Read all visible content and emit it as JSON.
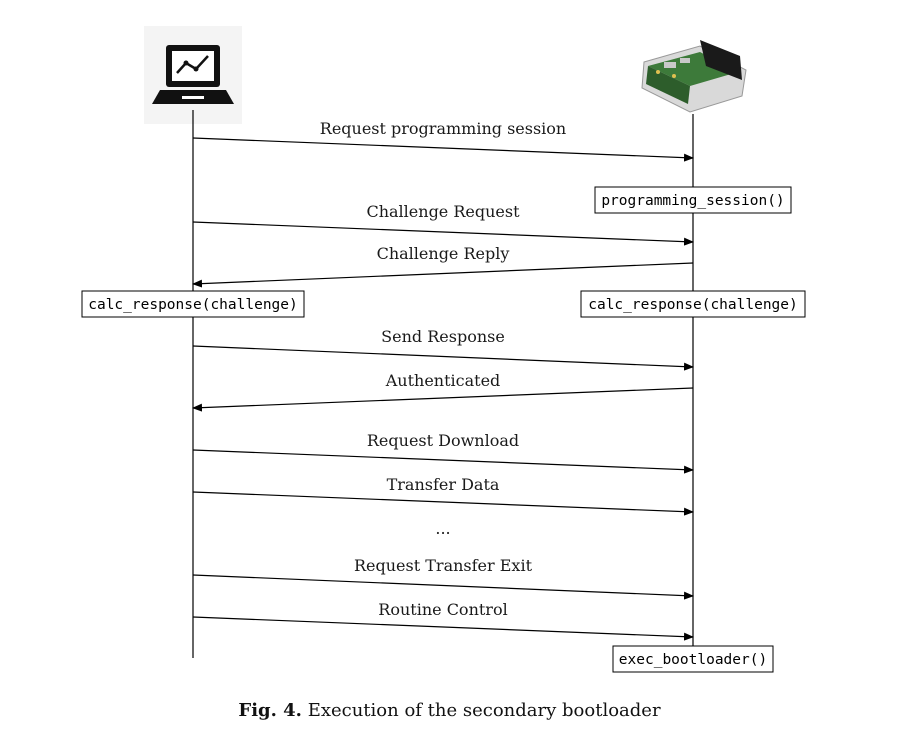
{
  "actors": {
    "left": {
      "name": "laptop-icon"
    },
    "right": {
      "name": "ecu-board-icon"
    }
  },
  "messages": [
    {
      "label": "Request programming session",
      "direction": "right"
    },
    {
      "label": "Challenge Request",
      "direction": "right"
    },
    {
      "label": "Challenge Reply",
      "direction": "left"
    },
    {
      "label": "Send Response",
      "direction": "right"
    },
    {
      "label": "Authenticated",
      "direction": "left"
    },
    {
      "label": "Request Download",
      "direction": "right"
    },
    {
      "label": "Transfer Data",
      "direction": "right"
    },
    {
      "label": "Request Transfer Exit",
      "direction": "right"
    },
    {
      "label": "Routine Control",
      "direction": "right"
    }
  ],
  "ellipsis": "...",
  "boxes": {
    "programming_session": "programming_session()",
    "calc_left": "calc_response(challenge)",
    "calc_right": "calc_response(challenge)",
    "exec_bootloader": "exec_bootloader()"
  },
  "caption": {
    "prefix": "Fig. 4.",
    "text": "Execution of the secondary bootloader"
  }
}
